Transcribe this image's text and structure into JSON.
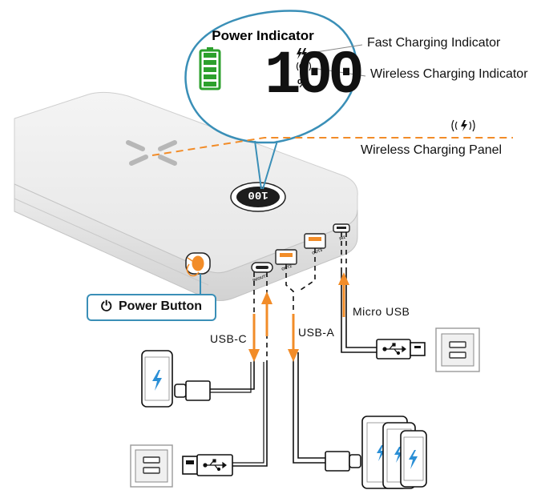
{
  "callout": {
    "title": "Power Indicator",
    "display_value": "100",
    "percent_sign": "%",
    "battery_level": 1.0
  },
  "labels": {
    "fast_charging": "Fast Charging Indicator",
    "wireless_charging_indicator": "Wireless Charging Indicator",
    "wireless_charging_panel": "Wireless Charging Panel",
    "power_button": "Power Button",
    "usb_c": "USB-C",
    "usb_a": "USB-A",
    "micro_usb": "Micro USB"
  },
  "device": {
    "screen_readout": "100",
    "port_labels": [
      "IN/OUT1",
      "OUT2",
      "OUT3",
      "IN2"
    ]
  },
  "icons": {
    "power_button_icon": "power-symbol-icon",
    "fast_charge_icon": "double-lightning-icon",
    "wireless_icon": "wireless-signal-icon",
    "usb_symbol": "usb-trident-icon"
  },
  "colors": {
    "callout_border": "#3a8fb7",
    "battery_green": "#2ca02c",
    "arrow_orange": "#f28c28",
    "dashed_panel": "#f28c28",
    "phone_bolt": "#2a8fd6"
  }
}
